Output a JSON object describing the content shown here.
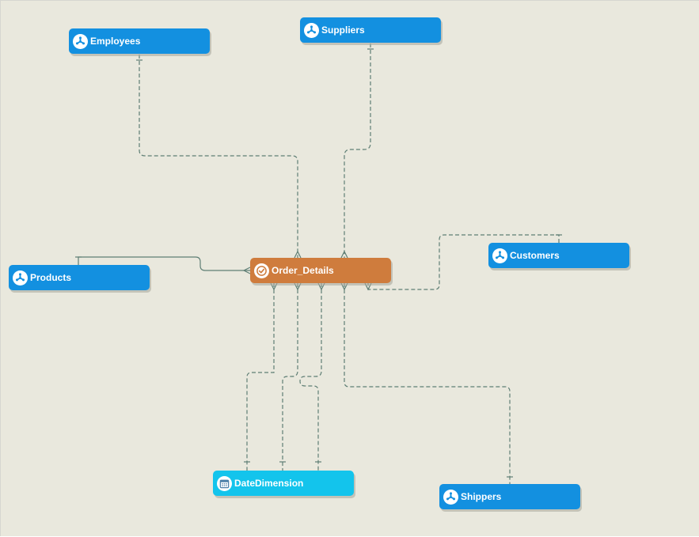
{
  "diagram": {
    "nodes": {
      "employees": {
        "label": "Employees",
        "icon": "dimension-icon"
      },
      "suppliers": {
        "label": "Suppliers",
        "icon": "dimension-icon"
      },
      "customers": {
        "label": "Customers",
        "icon": "dimension-icon"
      },
      "products": {
        "label": "Products",
        "icon": "dimension-icon"
      },
      "order_details": {
        "label": "Order_Details",
        "icon": "fact-table-icon"
      },
      "date_dimension": {
        "label": "DateDimension",
        "icon": "calendar-icon"
      },
      "shippers": {
        "label": "Shippers",
        "icon": "dimension-icon"
      }
    },
    "relationships": [
      {
        "from": "Order_Details",
        "to": "Employees"
      },
      {
        "from": "Order_Details",
        "to": "Suppliers"
      },
      {
        "from": "Order_Details",
        "to": "Customers"
      },
      {
        "from": "Order_Details",
        "to": "Products"
      },
      {
        "from": "Order_Details",
        "to": "DateDimension"
      },
      {
        "from": "Order_Details",
        "to": "DateDimension"
      },
      {
        "from": "Order_Details",
        "to": "DateDimension"
      },
      {
        "from": "Order_Details",
        "to": "Shippers"
      }
    ],
    "colors": {
      "canvas": "#e9e8dd",
      "dimension_node": "#1390e0",
      "fact_node": "#cf7c3d",
      "date_node": "#13c4ec",
      "connector": "#5e7e74"
    }
  }
}
